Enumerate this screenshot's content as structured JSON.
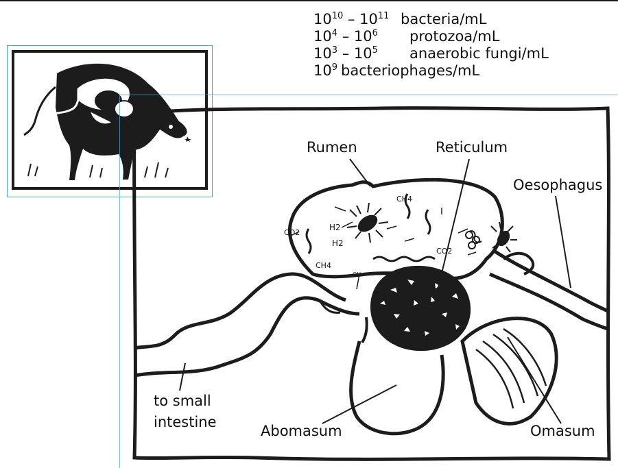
{
  "counts": [
    {
      "base": "10",
      "exp": "10",
      "mid": " – ",
      "base2": "10",
      "exp2": "11",
      "label": "bacteria/mL"
    },
    {
      "base": "10",
      "exp": "4",
      "mid": " – ",
      "base2": "10",
      "exp2": "6",
      "label": "protozoa/mL"
    },
    {
      "base": "10",
      "exp": "3",
      "mid": " – ",
      "base2": "10",
      "exp2": "5",
      "label": "anaerobic fungi/mL"
    },
    {
      "base": "10",
      "exp": "9",
      "mid": "",
      "base2": "",
      "exp2": "",
      "label": "bacteriophages/mL"
    }
  ],
  "labels": {
    "rumen": "Rumen",
    "reticulum": "Reticulum",
    "oesophagus": "Oesophagus",
    "small_intestine_1": "to small",
    "small_intestine_2": "intestine",
    "abomasum": "Abomasum",
    "omasum": "Omasum"
  },
  "molecules": {
    "co2_a": "CO2",
    "h2_a": "H2",
    "ch4_a": "CH4",
    "h2_b": "H2",
    "ch4_b": "CH4",
    "co2_b": "CO2",
    "oh": "OH"
  },
  "colors": {
    "frame_line": "#4aa3df",
    "ink": "#1c1c1c"
  },
  "icons": {
    "inset": "cow-drawing",
    "organism": "protozoa-icon"
  }
}
